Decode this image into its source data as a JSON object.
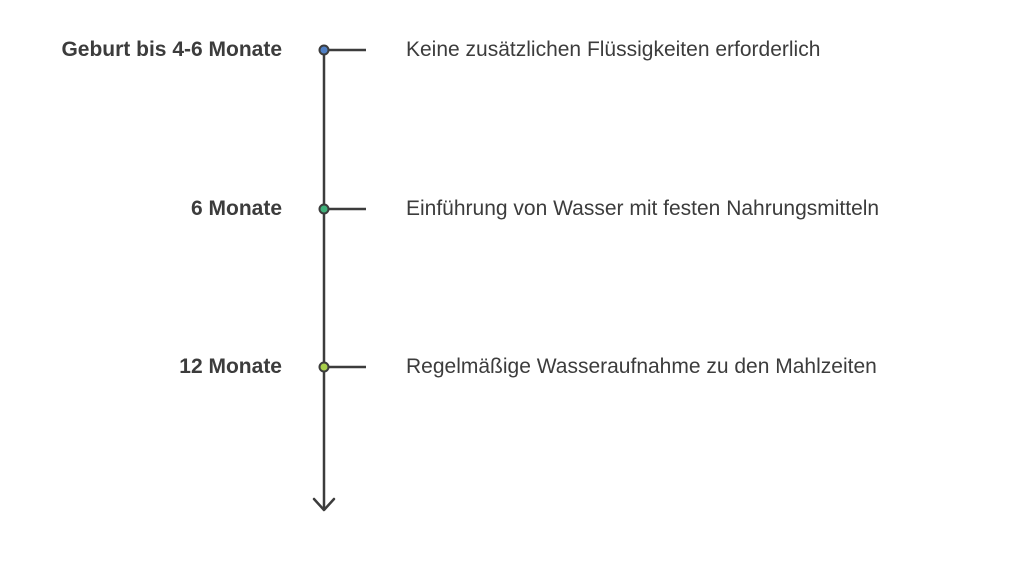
{
  "timeline": {
    "colors": {
      "line": "#3c3c3c",
      "text": "#3c3c3c"
    },
    "milestones": [
      {
        "label": "Geburt bis 4-6 Monate",
        "description": "Keine zusätzlichen Flüssigkeiten erforderlich",
        "marker_color": "#4f7fc4"
      },
      {
        "label": "6 Monate",
        "description": "Einführung von Wasser mit festen Nahrungsmitteln",
        "marker_color": "#3fb07a"
      },
      {
        "label": "12 Monate",
        "description": "Regelmäßige Wasseraufnahme zu den Mahlzeiten",
        "marker_color": "#a8cf4a"
      }
    ]
  }
}
